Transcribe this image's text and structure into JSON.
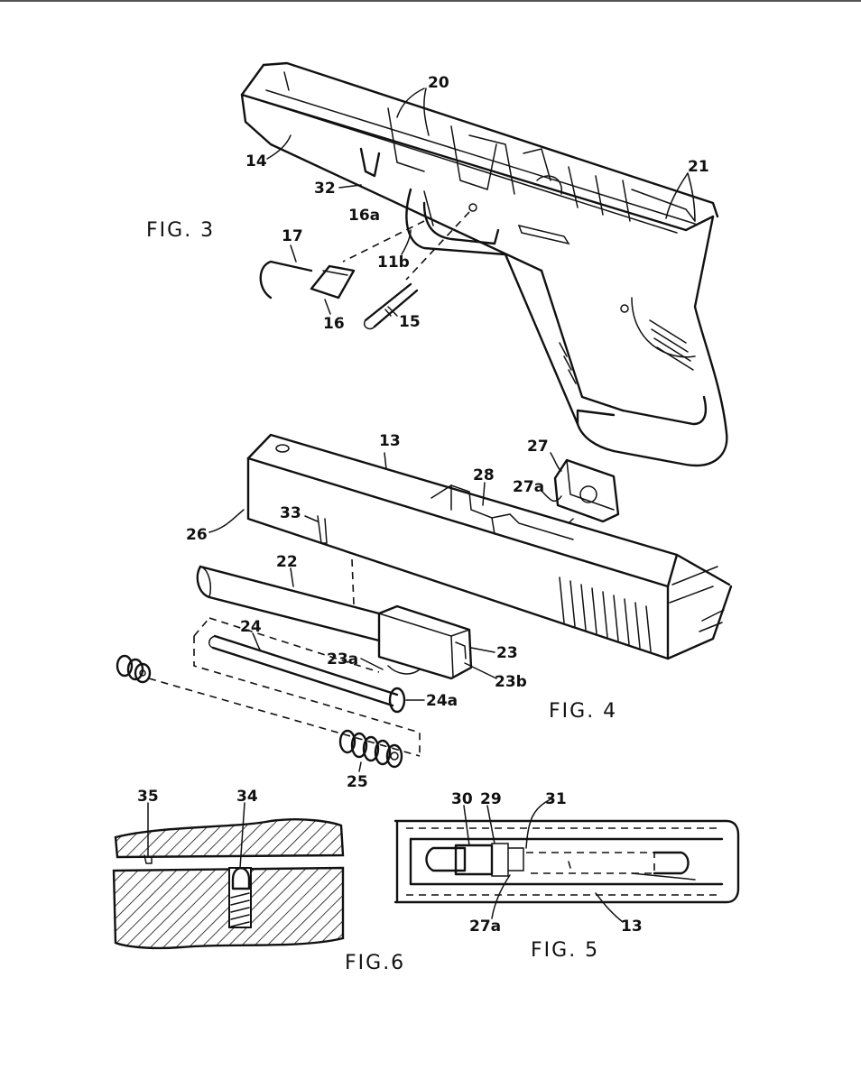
{
  "figures": {
    "fig3": "FIG. 3",
    "fig4": "FIG. 4",
    "fig5": "FIG. 5",
    "fig6": "FIG.6"
  },
  "labels": {
    "n20": "20",
    "n14": "14",
    "n21": "21",
    "n32": "32",
    "n16a": "16a",
    "n17": "17",
    "n11b": "11b",
    "n16": "16",
    "n15": "15",
    "n13_top": "13",
    "n27": "27",
    "n28": "28",
    "n27a_top": "27a",
    "n26": "26",
    "n33": "33",
    "n22": "22",
    "n24": "24",
    "n23a": "23a",
    "n23": "23",
    "n23b": "23b",
    "n24a": "24a",
    "n25": "25",
    "n35": "35",
    "n34": "34",
    "n30": "30",
    "n29": "29",
    "n31": "31",
    "n27a_bottom": "27a",
    "n13_bottom": "13"
  }
}
